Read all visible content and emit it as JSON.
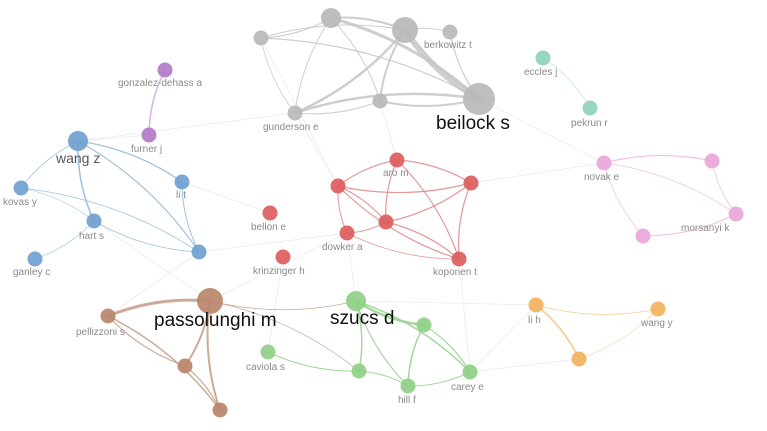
{
  "clusters": {
    "gray": {
      "color": "#b9b9b9",
      "edge": "#c6c6c6"
    },
    "purple": {
      "color": "#b27ac8",
      "edge": "#cfa4dd"
    },
    "teal": {
      "color": "#8fd3bf",
      "edge": "#bfe6da"
    },
    "blue": {
      "color": "#6f9fcf",
      "edge": "#8fb6d8"
    },
    "red": {
      "color": "#dd5c5c",
      "edge": "#e08585"
    },
    "pink": {
      "color": "#e9a6d9",
      "edge": "#eeb9e2"
    },
    "brown": {
      "color": "#b8866a",
      "edge": "#c39b84"
    },
    "green": {
      "color": "#8fcf85",
      "edge": "#93d189"
    },
    "orange": {
      "color": "#f2b25e",
      "edge": "#f3c98d"
    }
  },
  "nodes": [
    {
      "id": "beilock",
      "label": "beilock s",
      "cluster": "gray",
      "size": "xl",
      "label_size": "lg"
    },
    {
      "id": "g_tl",
      "label": "",
      "cluster": "gray",
      "size": "sm"
    },
    {
      "id": "g_tm",
      "label": "",
      "cluster": "gray",
      "size": "md"
    },
    {
      "id": "g_big",
      "label": "",
      "cluster": "gray",
      "size": "lg"
    },
    {
      "id": "berkowitz",
      "label": "berkowitz t",
      "cluster": "gray",
      "size": "sm"
    },
    {
      "id": "g_mid",
      "label": "",
      "cluster": "gray",
      "size": "sm"
    },
    {
      "id": "gunderson",
      "label": "gunderson e",
      "cluster": "gray",
      "size": "sm"
    },
    {
      "id": "eccles",
      "label": "eccles j",
      "cluster": "teal",
      "size": "sm"
    },
    {
      "id": "pekrun",
      "label": "pekrun r",
      "cluster": "teal",
      "size": "sm"
    },
    {
      "id": "gonzalez",
      "label": "gonzalez-dehass a",
      "cluster": "purple",
      "size": "sm"
    },
    {
      "id": "furner",
      "label": "furner j",
      "cluster": "purple",
      "size": "sm"
    },
    {
      "id": "wang_z",
      "label": "wang z",
      "cluster": "blue",
      "size": "md",
      "label_size": "md"
    },
    {
      "id": "li_t",
      "label": "li t",
      "cluster": "blue",
      "size": "sm"
    },
    {
      "id": "kovas",
      "label": "kovas y",
      "cluster": "blue",
      "size": "sm"
    },
    {
      "id": "hart",
      "label": "hart s",
      "cluster": "blue",
      "size": "sm"
    },
    {
      "id": "ganley",
      "label": "ganley c",
      "cluster": "blue",
      "size": "sm"
    },
    {
      "id": "b_low",
      "label": "",
      "cluster": "blue",
      "size": "sm"
    },
    {
      "id": "aro",
      "label": "aro m",
      "cluster": "red",
      "size": "sm"
    },
    {
      "id": "r_left",
      "label": "",
      "cluster": "red",
      "size": "sm"
    },
    {
      "id": "r_right",
      "label": "",
      "cluster": "red",
      "size": "sm"
    },
    {
      "id": "r_center",
      "label": "",
      "cluster": "red",
      "size": "sm"
    },
    {
      "id": "bellon",
      "label": "bellon e",
      "cluster": "red",
      "size": "sm"
    },
    {
      "id": "dowker",
      "label": "dowker a",
      "cluster": "red",
      "size": "sm"
    },
    {
      "id": "krinzinger",
      "label": "krinzinger h",
      "cluster": "red",
      "size": "sm"
    },
    {
      "id": "koponen",
      "label": "koponen t",
      "cluster": "red",
      "size": "sm"
    },
    {
      "id": "novak",
      "label": "novak e",
      "cluster": "pink",
      "size": "sm"
    },
    {
      "id": "p_tr",
      "label": "",
      "cluster": "pink",
      "size": "sm"
    },
    {
      "id": "morsanyi",
      "label": "morsanyi k",
      "cluster": "pink",
      "size": "sm"
    },
    {
      "id": "p_bl",
      "label": "",
      "cluster": "pink",
      "size": "sm"
    },
    {
      "id": "passolunghi",
      "label": "passolunghi m",
      "cluster": "brown",
      "size": "lg",
      "label_size": "lg"
    },
    {
      "id": "pellizzoni",
      "label": "pellizzoni s",
      "cluster": "brown",
      "size": "sm"
    },
    {
      "id": "br_mid",
      "label": "",
      "cluster": "brown",
      "size": "sm"
    },
    {
      "id": "br_low",
      "label": "",
      "cluster": "brown",
      "size": "sm"
    },
    {
      "id": "szucs",
      "label": "szucs d",
      "cluster": "green",
      "size": "md",
      "label_size": "lg"
    },
    {
      "id": "gr_r",
      "label": "",
      "cluster": "green",
      "size": "sm"
    },
    {
      "id": "caviola",
      "label": "caviola s",
      "cluster": "green",
      "size": "sm"
    },
    {
      "id": "gr_mid",
      "label": "",
      "cluster": "green",
      "size": "sm"
    },
    {
      "id": "hill",
      "label": "hill f",
      "cluster": "green",
      "size": "sm"
    },
    {
      "id": "carey",
      "label": "carey e",
      "cluster": "green",
      "size": "sm"
    },
    {
      "id": "li_h",
      "label": "li h",
      "cluster": "orange",
      "size": "sm"
    },
    {
      "id": "wang_y",
      "label": "wang y",
      "cluster": "orange",
      "size": "sm"
    },
    {
      "id": "o_low",
      "label": "",
      "cluster": "orange",
      "size": "sm"
    }
  ],
  "edges": [
    [
      "g_tm",
      "beilock",
      3
    ],
    [
      "g_big",
      "beilock",
      6
    ],
    [
      "gunderson",
      "beilock",
      2.5
    ],
    [
      "g_mid",
      "beilock",
      2
    ],
    [
      "g_tl",
      "beilock",
      1.2
    ],
    [
      "berkowitz",
      "beilock",
      1.2
    ],
    [
      "g_tm",
      "g_big",
      2
    ],
    [
      "gunderson",
      "g_big",
      2.5
    ],
    [
      "g_mid",
      "g_big",
      2
    ],
    [
      "g_tl",
      "g_tm",
      1.2
    ],
    [
      "gunderson",
      "g_tm",
      1
    ],
    [
      "g_mid",
      "g_tm",
      1
    ],
    [
      "g_big",
      "berkowitz",
      1
    ],
    [
      "gunderson",
      "g_mid",
      1
    ],
    [
      "g_tl",
      "g_big",
      1
    ],
    [
      "g_tl",
      "gunderson",
      0.8
    ],
    [
      "eccles",
      "pekrun",
      0.8
    ],
    [
      "gonzalez",
      "furner",
      1.5
    ],
    [
      "wang_z",
      "li_t",
      1.2
    ],
    [
      "wang_z",
      "hart",
      1.5
    ],
    [
      "wang_z",
      "b_low",
      1.2
    ],
    [
      "wang_z",
      "kovas",
      0.8
    ],
    [
      "kovas",
      "b_low",
      0.8
    ],
    [
      "hart",
      "b_low",
      0.8
    ],
    [
      "kovas",
      "hart",
      0.6
    ],
    [
      "li_t",
      "b_low",
      1
    ],
    [
      "hart",
      "ganley",
      0.6
    ],
    [
      "aro",
      "r_left",
      1.2
    ],
    [
      "aro",
      "r_right",
      1.2
    ],
    [
      "aro",
      "r_center",
      1.2
    ],
    [
      "aro",
      "koponen",
      1.2
    ],
    [
      "r_left",
      "r_right",
      1.2
    ],
    [
      "r_left",
      "r_center",
      1.2
    ],
    [
      "r_left",
      "koponen",
      1.2
    ],
    [
      "r_right",
      "r_center",
      1.2
    ],
    [
      "r_right",
      "koponen",
      1.2
    ],
    [
      "r_center",
      "koponen",
      1.2
    ],
    [
      "dowker",
      "r_center",
      1
    ],
    [
      "dowker",
      "r_left",
      1
    ],
    [
      "dowker",
      "koponen",
      0.8
    ],
    [
      "novak",
      "p_tr",
      1.2
    ],
    [
      "p_tr",
      "morsanyi",
      0.8
    ],
    [
      "morsanyi",
      "p_bl",
      1.2
    ],
    [
      "novak",
      "p_bl",
      0.8
    ],
    [
      "novak",
      "morsanyi",
      0.8
    ],
    [
      "passolunghi",
      "pellizzoni",
      3
    ],
    [
      "passolunghi",
      "br_mid",
      2
    ],
    [
      "passolunghi",
      "br_low",
      2
    ],
    [
      "pellizzoni",
      "br_low",
      1.5
    ],
    [
      "pellizzoni",
      "br_mid",
      1.2
    ],
    [
      "br_mid",
      "br_low",
      1.2
    ],
    [
      "passolunghi",
      "szucs",
      0.8
    ],
    [
      "passolunghi",
      "gr_mid",
      0.8
    ],
    [
      "szucs",
      "gr_r",
      2.5
    ],
    [
      "szucs",
      "gr_mid",
      1.5
    ],
    [
      "szucs",
      "hill",
      1.2
    ],
    [
      "szucs",
      "carey",
      1.5
    ],
    [
      "gr_r",
      "hill",
      1.5
    ],
    [
      "gr_r",
      "carey",
      1.2
    ],
    [
      "caviola",
      "gr_mid",
      1
    ],
    [
      "gr_mid",
      "hill",
      1
    ],
    [
      "hill",
      "carey",
      1
    ],
    [
      "li_h",
      "o_low",
      2
    ],
    [
      "li_h",
      "wang_y",
      0.8
    ],
    [
      "wang_y",
      "o_low",
      0.6
    ]
  ]
}
